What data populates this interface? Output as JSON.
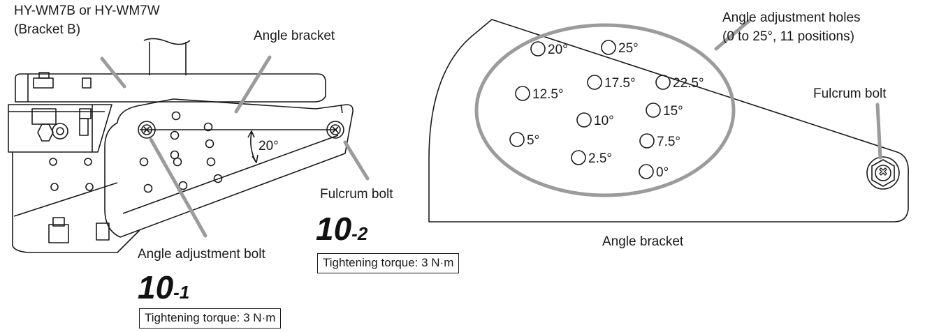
{
  "left": {
    "bracket_b_line1": "HY-WM7B or HY-WM7W",
    "bracket_b_line2": "(Bracket B)",
    "angle_bracket": "Angle bracket",
    "angle_value": "20°",
    "fulcrum_bolt": "Fulcrum bolt",
    "step2": {
      "major": "10",
      "minor": "-2",
      "torque": "Tightening torque: 3 N·m"
    },
    "adjustment_bolt": "Angle adjustment bolt",
    "step1": {
      "major": "10",
      "minor": "-1",
      "torque": "Tightening torque: 3 N·m"
    }
  },
  "right": {
    "holes_title_line1": "Angle adjustment holes",
    "holes_title_line2": "(0 to 25°, 11 positions)",
    "fulcrum_bolt": "Fulcrum bolt",
    "angle_bracket": "Angle bracket",
    "holes": [
      "20°",
      "25°",
      "12.5°",
      "17.5°",
      "22.5°",
      "10°",
      "15°",
      "5°",
      "7.5°",
      "2.5°",
      "0°"
    ]
  },
  "colors": {
    "ink": "#1a1a1a",
    "callout_gray": "#9b9b9b"
  }
}
